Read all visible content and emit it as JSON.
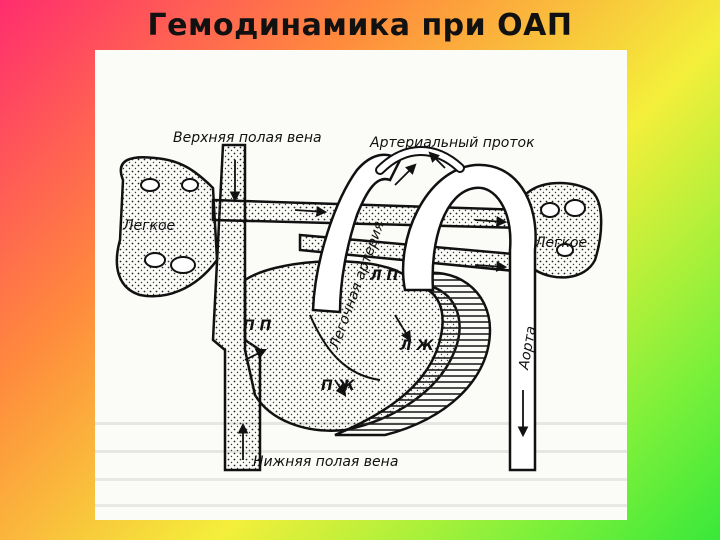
{
  "slide": {
    "title": "Гемодинамика при ОАП"
  },
  "diagram": {
    "labels": {
      "svc": "Верхняя полая вена",
      "ductus": "Артериальный проток",
      "lung_left": "Легкое",
      "lung_right": "Легкое",
      "pulm_artery": "Легочная артерия",
      "la": "Л П",
      "ra": "П П",
      "lv": "Л Ж",
      "rv": "П Ж",
      "aorta": "Аорта",
      "ivc": "Нижняя полая вена"
    }
  }
}
